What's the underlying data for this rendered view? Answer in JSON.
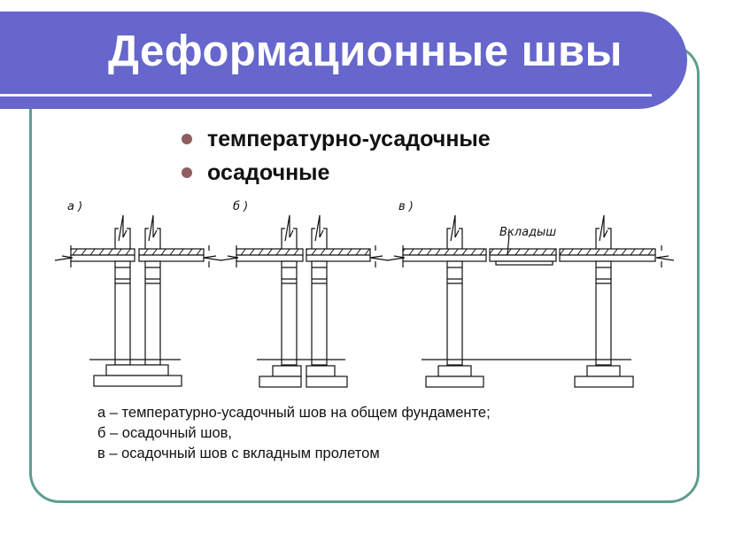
{
  "slide": {
    "title": "Деформационные швы",
    "bullets": [
      "температурно-усадочные",
      "осадочные"
    ],
    "diagram": {
      "labels": [
        "а )",
        "б )",
        "в )"
      ],
      "insert_label": "Вкладыш"
    },
    "caption": [
      "а – температурно-усадочный шов на общем фундаменте;",
      "б – осадочный шов,",
      "в – осадочный шов с вкладным пролетом"
    ],
    "colors": {
      "band": "#6666cc",
      "frame": "#5f9d8f",
      "bullet": "#8e5e5e"
    }
  }
}
